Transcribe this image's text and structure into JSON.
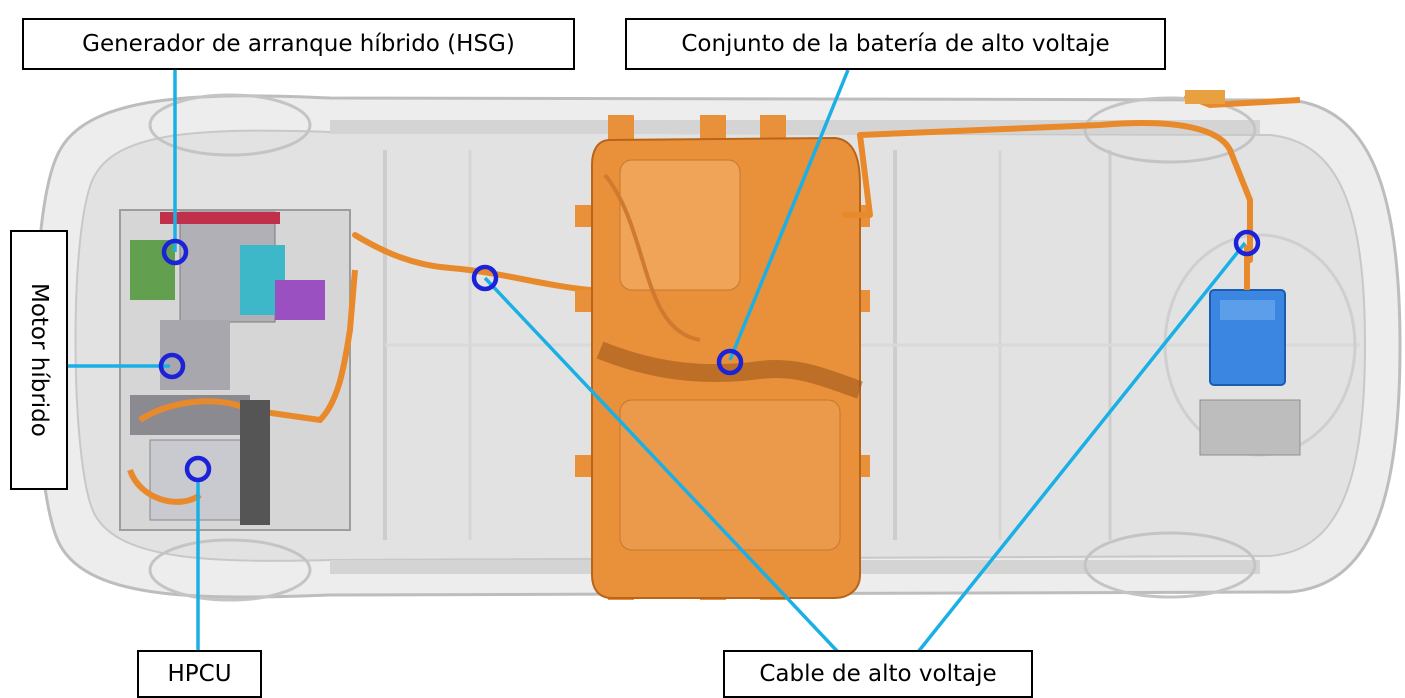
{
  "labels": {
    "hsg": "Generador de arranque híbrido (HSG)",
    "battery": "Conjunto de la batería de alto voltaje",
    "motor": "Motor híbrido",
    "hpcu": "HPCU",
    "cable": "Cable de alto voltaje"
  },
  "colors": {
    "leader_line": "#1ab0e6",
    "marker_ring": "#1b22d8",
    "battery": "#e8903a",
    "hv_cable": "#e88a2c",
    "dc_unit": "#3a86e0",
    "chassis": "#c9c9c9"
  }
}
